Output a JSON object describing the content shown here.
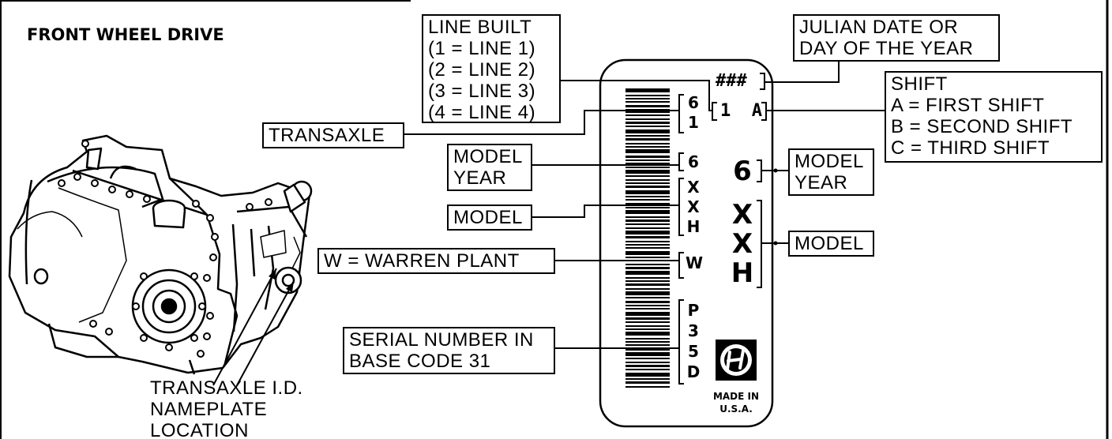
{
  "diagram": {
    "title": "FRONT WHEEL DRIVE",
    "nameplate_caption": [
      "TRANSAXLE I.D.",
      "NAMEPLATE",
      "LOCATION"
    ],
    "line_built_box": [
      "LINE BUILT",
      "(1  =  LINE 1)",
      "(2  =  LINE 2)",
      "(3  =  LINE 3)",
      "(4  =  LINE 4)"
    ],
    "julian_box": [
      "JULIAN DATE OR",
      "DAY OF THE YEAR"
    ],
    "shift_box": [
      "SHIFT",
      "A = FIRST SHIFT",
      "B = SECOND SHIFT",
      "C = THIRD SHIFT"
    ],
    "transaxle_box": "TRANSAXLE",
    "model_year_left_box": [
      "MODEL",
      "YEAR"
    ],
    "model_left_box": "MODEL",
    "warren_box": "W  =  WARREN PLANT",
    "serial_box": [
      "SERIAL NUMBER IN",
      "BASE CODE 31"
    ],
    "model_year_right_box": [
      "MODEL",
      "YEAR"
    ],
    "model_right_box": "MODEL"
  },
  "tag": {
    "julian_code": "###",
    "line_shift_code": "1  A",
    "transaxle_code": [
      "6",
      "1"
    ],
    "model_year_code": "6",
    "model_code": [
      "X",
      "X",
      "H"
    ],
    "plant_code": "W",
    "serial_code": [
      "P",
      "3",
      "5",
      "D"
    ],
    "big_year": "6",
    "big_model": [
      "X",
      "X",
      "H"
    ],
    "made_in": [
      "MADE IN",
      "U.S.A."
    ],
    "logo_icon": "manufacturer-logo-icon"
  }
}
